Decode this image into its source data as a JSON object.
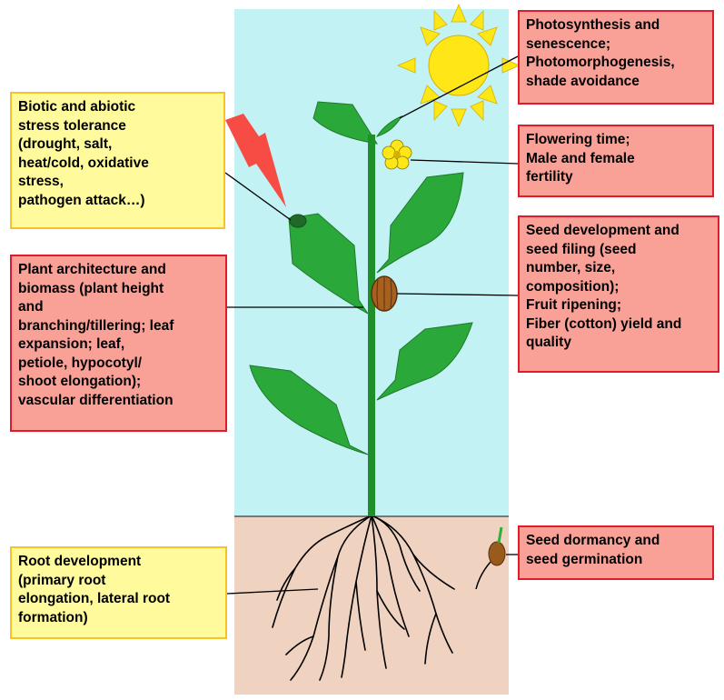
{
  "colors": {
    "sky": "#c2f2f4",
    "soil": "#efd2bf",
    "stem": "#1f8f29",
    "leaf": "#2aa83a",
    "leaf_edge": "#1f7b2a",
    "sun": "#ffe617",
    "sun_edge": "#d4b400",
    "lightning": "#f74c44",
    "root": "#000000",
    "yellow_box_fill": "#fffb9c",
    "yellow_box_border": "#f6c224",
    "red_box_fill": "#f9a197",
    "red_box_border": "#e21b2b"
  },
  "labels": {
    "biotic": "Biotic and abiotic\nstress tolerance\n(drought, salt,\nheat/cold, oxidative\nstress,\npathogen attack…)",
    "architecture": "Plant architecture and\nbiomass (plant height\nand\nbranching/tillering; leaf\nexpansion; leaf,\npetiole, hypocotyl/\nshoot elongation);\nvascular differentiation",
    "root": "Root development\n(primary root\nelongation, lateral root\nformation)",
    "photosynthesis": "Photosynthesis and\nsenescence;\nPhotomorphogenesis,\nshade avoidance",
    "flowering": "Flowering time;\nMale and female\nfertility",
    "seed_dev": "Seed development and\nseed filing (seed\nnumber, size,\ncomposition);\nFruit ripening;\nFiber (cotton) yield and\nquality",
    "dormancy": "Seed dormancy and\nseed germination"
  }
}
